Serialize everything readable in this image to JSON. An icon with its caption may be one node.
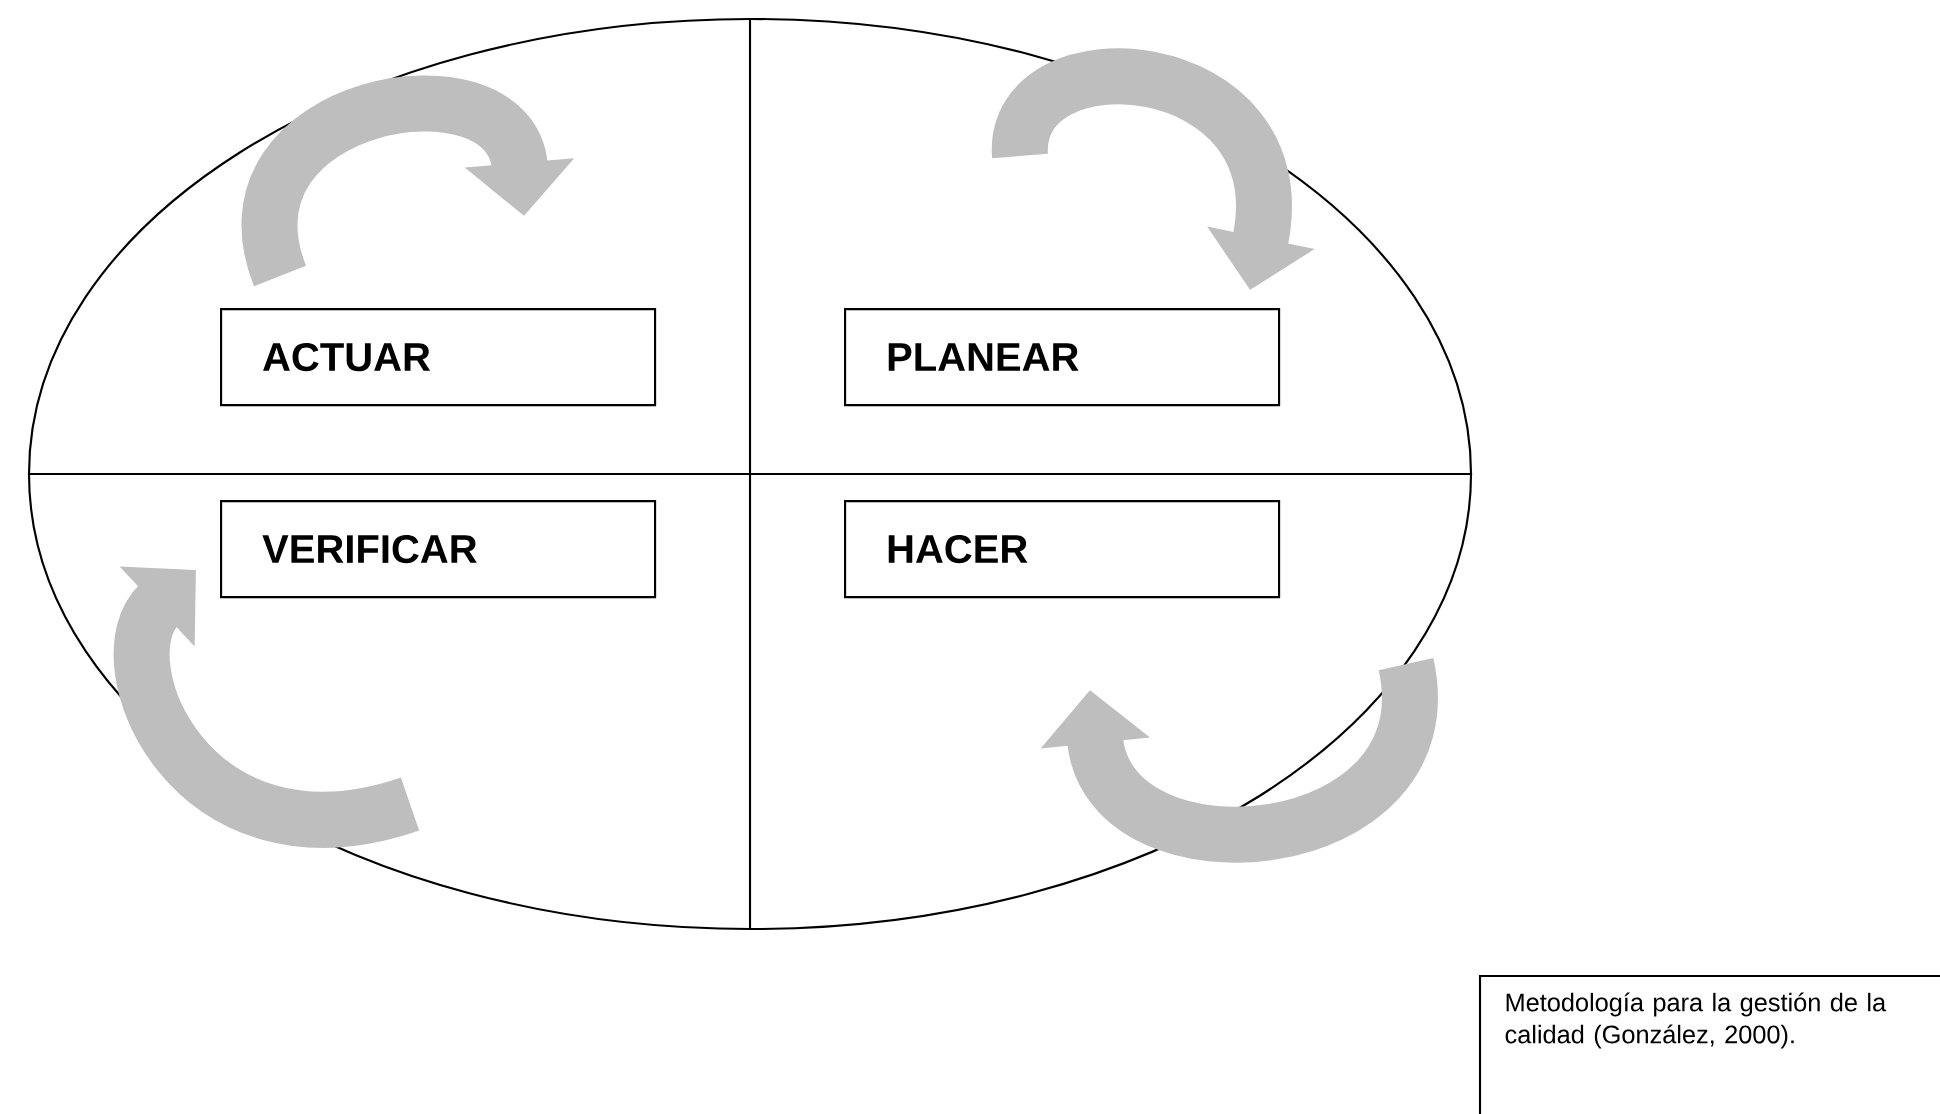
{
  "diagram": {
    "caption": "Metodología para la gestión de la calidad (González, 2000).",
    "nodes": [
      {
        "text": [],
        "shape": "ellipse"
      },
      {
        "text": [
          "ACTUAR"
        ],
        "in": 0
      },
      {
        "text": [
          "PLANEAR"
        ],
        "in": 0
      },
      {
        "text": [
          "VERIFICAR"
        ],
        "in": 0
      },
      {
        "text": [
          "HACER"
        ],
        "in": 0
      }
    ]
  }
}
